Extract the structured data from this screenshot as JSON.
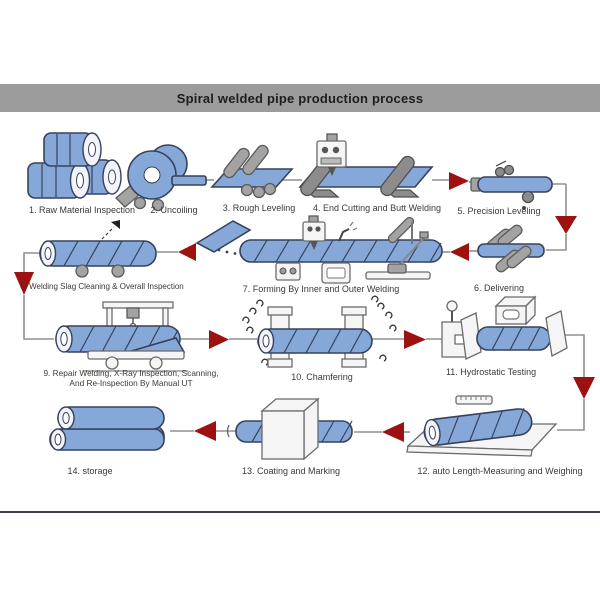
{
  "title": "Spiral welded pipe production process",
  "steps": [
    {
      "label": "1. Raw Material Inspection"
    },
    {
      "label": "2. Uncoiling"
    },
    {
      "label": "3. Rough Leveling"
    },
    {
      "label": "4. End Cutting and Butt Welding"
    },
    {
      "label": "5. Precision Leveling"
    },
    {
      "label": "6. Delivering"
    },
    {
      "label": "7. Forming By Inner and Outer Welding"
    },
    {
      "label": "8. Welding Slag Cleaning & Overall Inspection"
    },
    {
      "label": "9. Repair Welding, X-Ray Inspection, Scanning,",
      "label2": "And Re-Inspection By Manual UT"
    },
    {
      "label": "10. Chamfering"
    },
    {
      "label": "11. Hydrostatic Testing"
    },
    {
      "label": "12. auto Length-Measuring and Weighing"
    },
    {
      "label": "13. Coating and Marking"
    },
    {
      "label": "14. storage"
    }
  ],
  "colors": {
    "title_bar": "#9c9c9c",
    "pipe_blue": "#86a8d9",
    "outline_navy": "#36425c",
    "arrow_red": "#9e1111",
    "connector_gray": "#909090",
    "bottom_rule": "#3a3f4a"
  }
}
